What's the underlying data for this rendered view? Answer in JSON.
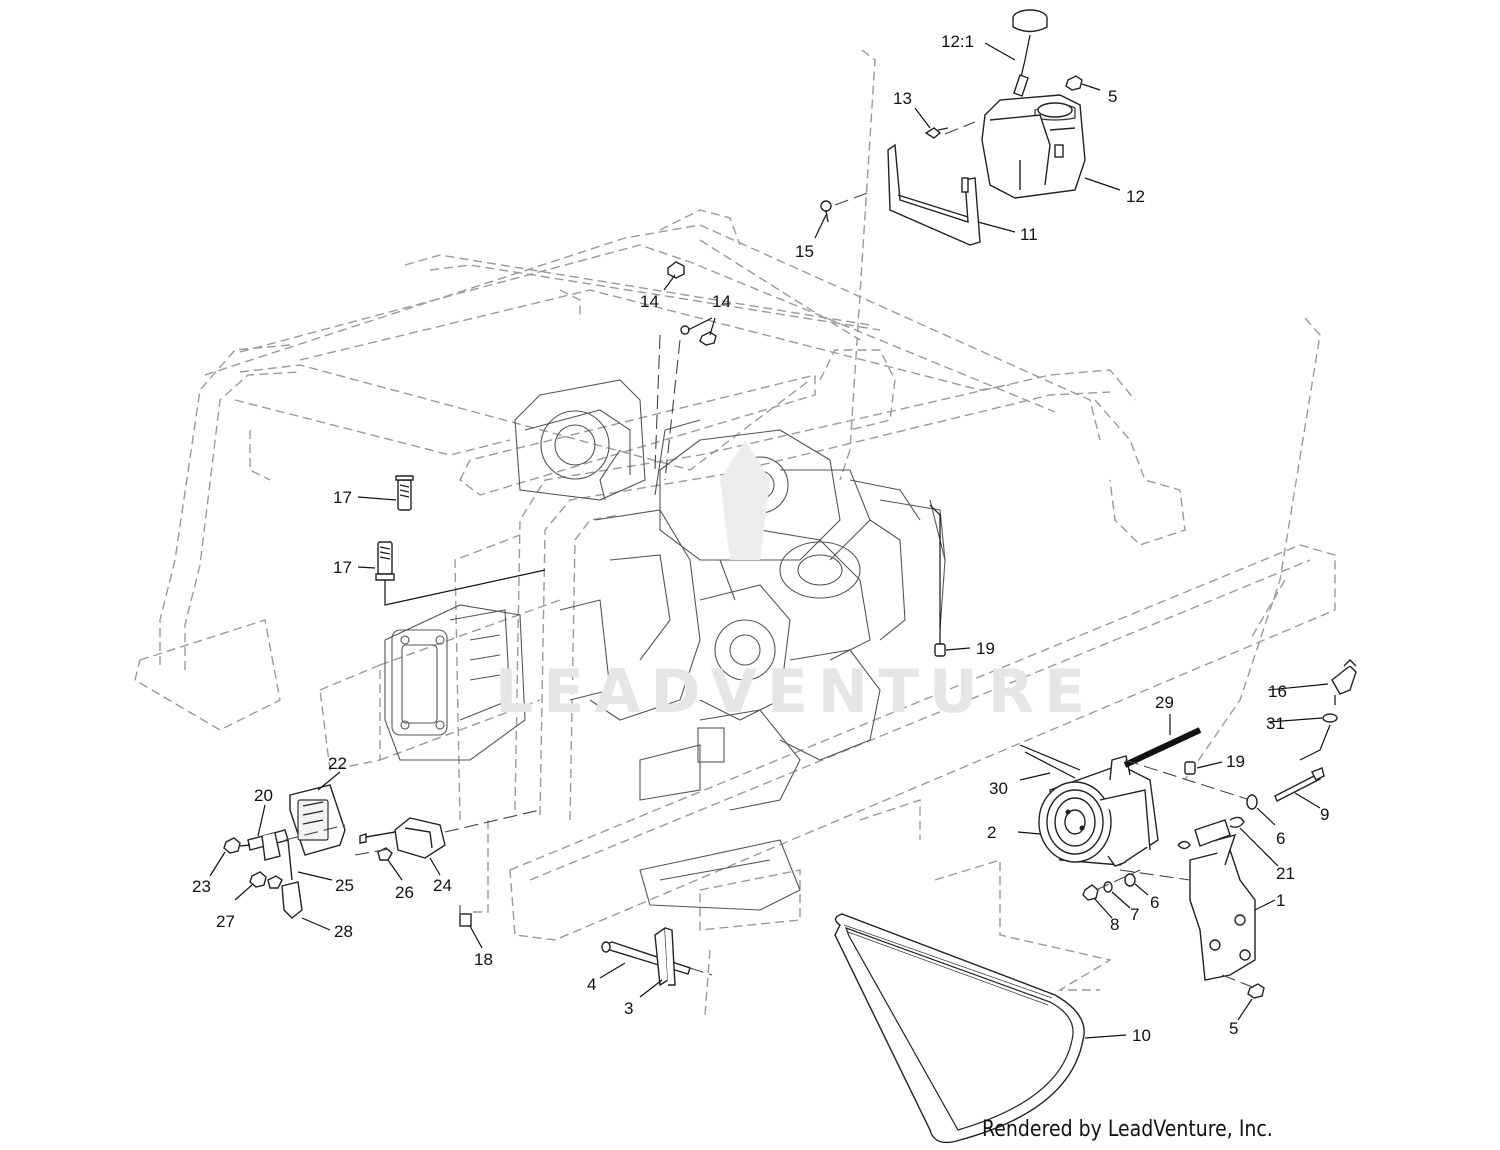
{
  "watermark": "LEADVENTURE",
  "credit": "Rendered by LeadVenture, Inc.",
  "callouts": [
    {
      "id": "c-12-1",
      "label": "12:1"
    },
    {
      "id": "c-5a",
      "label": "5"
    },
    {
      "id": "c-13",
      "label": "13"
    },
    {
      "id": "c-12",
      "label": "12"
    },
    {
      "id": "c-11",
      "label": "11"
    },
    {
      "id": "c-15",
      "label": "15"
    },
    {
      "id": "c-14a",
      "label": "14"
    },
    {
      "id": "c-14b",
      "label": "14"
    },
    {
      "id": "c-17a",
      "label": "17"
    },
    {
      "id": "c-17b",
      "label": "17"
    },
    {
      "id": "c-19a",
      "label": "19"
    },
    {
      "id": "c-16",
      "label": "16"
    },
    {
      "id": "c-31",
      "label": "31"
    },
    {
      "id": "c-29",
      "label": "29"
    },
    {
      "id": "c-19b",
      "label": "19"
    },
    {
      "id": "c-30",
      "label": "30"
    },
    {
      "id": "c-9",
      "label": "9"
    },
    {
      "id": "c-6a",
      "label": "6"
    },
    {
      "id": "c-2",
      "label": "2"
    },
    {
      "id": "c-21",
      "label": "21"
    },
    {
      "id": "c-1",
      "label": "1"
    },
    {
      "id": "c-6b",
      "label": "6"
    },
    {
      "id": "c-7",
      "label": "7"
    },
    {
      "id": "c-8",
      "label": "8"
    },
    {
      "id": "c-5b",
      "label": "5"
    },
    {
      "id": "c-10",
      "label": "10"
    },
    {
      "id": "c-22",
      "label": "22"
    },
    {
      "id": "c-20",
      "label": "20"
    },
    {
      "id": "c-23",
      "label": "23"
    },
    {
      "id": "c-25",
      "label": "25"
    },
    {
      "id": "c-26",
      "label": "26"
    },
    {
      "id": "c-24",
      "label": "24"
    },
    {
      "id": "c-27",
      "label": "27"
    },
    {
      "id": "c-28",
      "label": "28"
    },
    {
      "id": "c-18",
      "label": "18"
    },
    {
      "id": "c-4",
      "label": "4"
    },
    {
      "id": "c-3",
      "label": "3"
    }
  ]
}
